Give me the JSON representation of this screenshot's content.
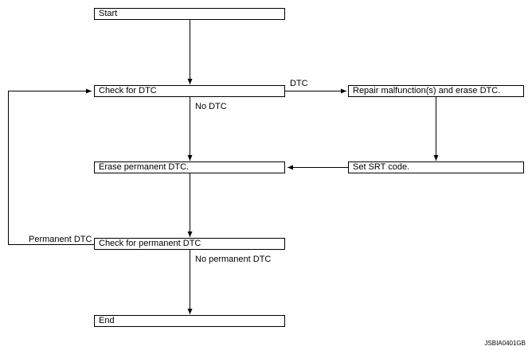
{
  "nodes": {
    "start": "Start",
    "check_dtc": "Check for DTC",
    "repair": "Repair malfunction(s) and erase DTC.",
    "erase_permanent": "Erase permanent DTC.",
    "set_srt": "Set SRT code.",
    "check_permanent": "Check for permanent DTC",
    "end": "End"
  },
  "edges": {
    "dtc": "DTC",
    "no_dtc": "No DTC",
    "permanent_dtc": "Permanent DTC",
    "no_permanent_dtc": "No permanent DTC"
  },
  "figure_code": "JSBIA0401GB"
}
